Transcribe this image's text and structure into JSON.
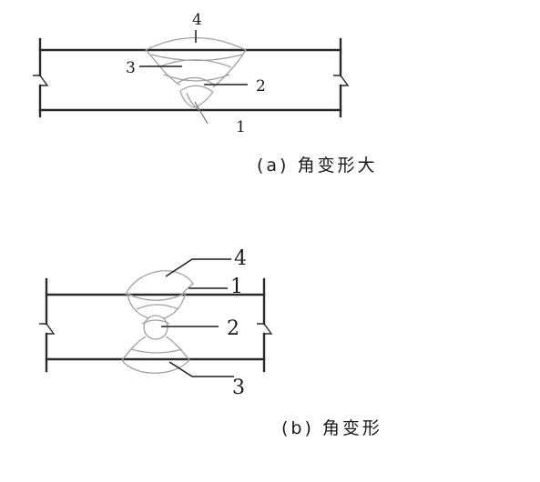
{
  "figure_a": {
    "label_1": "1",
    "label_2": "2",
    "label_3": "3",
    "label_4": "4",
    "caption": "(a) 角变形大"
  },
  "figure_b": {
    "label_1": "1",
    "label_2": "2",
    "label_3": "3",
    "label_4": "4",
    "caption": "(b) 角变形"
  },
  "colors": {
    "plate": "#2b2b2b",
    "weld_outline": "#a0a0a0",
    "text": "#1a1a1a"
  }
}
